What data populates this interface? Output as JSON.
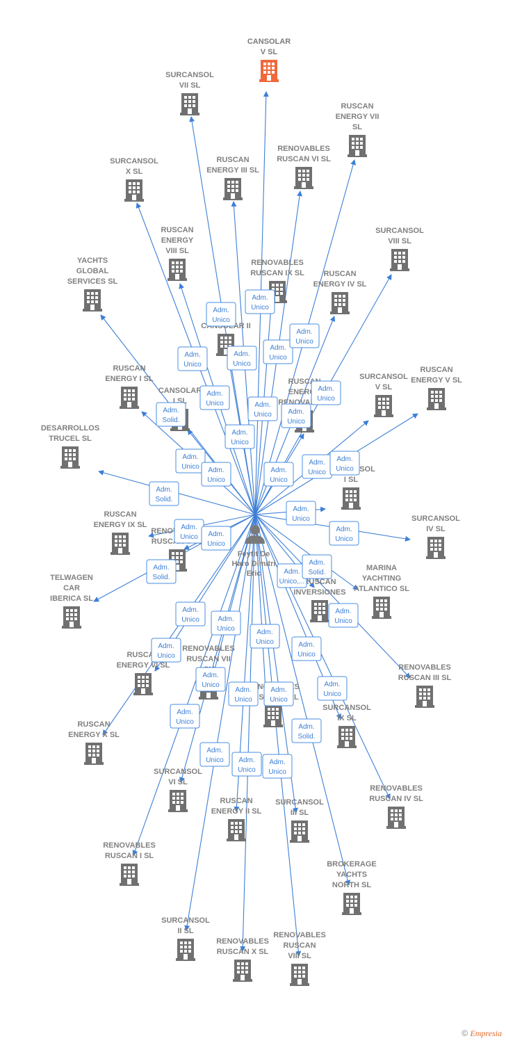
{
  "center": {
    "label_lines": [
      "Feytit De",
      "Haro Dimitri",
      "Eric"
    ]
  },
  "footer": {
    "copyright": "©",
    "brand": "Empresia"
  },
  "colors": {
    "edge": "#3d7fd6",
    "company": "#707070",
    "highlight": "#f0683a"
  },
  "companies": [
    {
      "id": "cansolar-v",
      "lines": [
        "CANSOLAR",
        "V  SL"
      ],
      "highlight": true
    },
    {
      "id": "surcansol-vii",
      "lines": [
        "SURCANSOL",
        "VII  SL"
      ]
    },
    {
      "id": "ruscan-energy-vii",
      "lines": [
        "RUSCAN",
        "ENERGY VII",
        "SL"
      ]
    },
    {
      "id": "renovables-ruscan-vi",
      "lines": [
        "RENOVABLES",
        "RUSCAN VI  SL"
      ]
    },
    {
      "id": "ruscan-energy-iii",
      "lines": [
        "RUSCAN",
        "ENERGY III  SL"
      ]
    },
    {
      "id": "surcansol-x",
      "lines": [
        "SURCANSOL",
        "X  SL"
      ]
    },
    {
      "id": "surcansol-viii",
      "lines": [
        "SURCANSOL",
        "VIII  SL"
      ]
    },
    {
      "id": "ruscan-energy-viii",
      "lines": [
        "RUSCAN",
        "ENERGY",
        "VIII  SL"
      ]
    },
    {
      "id": "yachts-global",
      "lines": [
        "YACHTS",
        "GLOBAL",
        "SERVICES  SL"
      ]
    },
    {
      "id": "renovables-ruscan-ix",
      "lines": [
        "RENOVABLES",
        "RUSCAN IX  SL"
      ]
    },
    {
      "id": "ruscan-energy-iv",
      "lines": [
        "RUSCAN",
        "ENERGY IV  SL"
      ]
    },
    {
      "id": "cansolar-ii",
      "lines": [
        "CANSOLAR II"
      ]
    },
    {
      "id": "ruscan-energy-i",
      "lines": [
        "RUSCAN",
        "ENERGY I  SL"
      ]
    },
    {
      "id": "cansolar-i",
      "lines": [
        "CANSOLAR",
        "I  SL"
      ]
    },
    {
      "id": "renovables-ruscan-mid",
      "lines": [
        "RUSCAN",
        "ENERGY",
        "RENOVABLES"
      ]
    },
    {
      "id": "surcansol-v",
      "lines": [
        "SURCANSOL",
        "V  SL"
      ]
    },
    {
      "id": "ruscan-energy-v",
      "lines": [
        "RUSCAN",
        "ENERGY V  SL"
      ]
    },
    {
      "id": "desarrollos-trucel",
      "lines": [
        "DESARROLLOS",
        "TRUCEL  SL"
      ]
    },
    {
      "id": "surcansol-i",
      "lines": [
        "SURCANSOL",
        "I  SL"
      ]
    },
    {
      "id": "ruscan-energy-ix",
      "lines": [
        "RUSCAN",
        "ENERGY IX  SL"
      ]
    },
    {
      "id": "surcansol-iv",
      "lines": [
        "SURCANSOL",
        "IV  SL"
      ]
    },
    {
      "id": "renovables-ruscan-v",
      "lines": [
        "RENOVABLES",
        "RUSCAN V  SL"
      ]
    },
    {
      "id": "telwagen",
      "lines": [
        "TELWAGEN",
        "CAR",
        "IBERICA  SL"
      ]
    },
    {
      "id": "ruscan-inversiones",
      "lines": [
        "RUSCAN",
        "INVERSIONES"
      ]
    },
    {
      "id": "marina-yachting",
      "lines": [
        "MARINA",
        "YACHTING",
        "ATLANTICO  SL"
      ]
    },
    {
      "id": "ruscan-energy-vi",
      "lines": [
        "RUSCAN",
        "ENERGY VI  SL"
      ]
    },
    {
      "id": "renovables-ruscan-vii",
      "lines": [
        "RENOVABLES",
        "RUSCAN VII",
        "SL"
      ]
    },
    {
      "id": "renovables-ruscan-ii",
      "lines": [
        "RENOVABLES",
        "RUSCAN II  SL"
      ]
    },
    {
      "id": "renovables-ruscan-iii",
      "lines": [
        "RENOVABLES",
        "RUSCAN III  SL"
      ]
    },
    {
      "id": "ruscan-energy-x",
      "lines": [
        "RUSCAN",
        "ENERGY X  SL"
      ]
    },
    {
      "id": "surcansol-ix",
      "lines": [
        "SURCANSOL",
        "IX  SL"
      ]
    },
    {
      "id": "surcansol-vi",
      "lines": [
        "SURCANSOL",
        "VI  SL"
      ]
    },
    {
      "id": "ruscan-energy-ii",
      "lines": [
        "RUSCAN",
        "ENERGY II  SL"
      ]
    },
    {
      "id": "surcansol-iii",
      "lines": [
        "SURCANSOL",
        "III  SL"
      ]
    },
    {
      "id": "renovables-ruscan-iv",
      "lines": [
        "RENOVABLES",
        "RUSCAN IV  SL"
      ]
    },
    {
      "id": "renovables-ruscan-i",
      "lines": [
        "RENOVABLES",
        "RUSCAN I  SL"
      ]
    },
    {
      "id": "brokerage-yachts",
      "lines": [
        "BROKERAGE",
        "YACHTS",
        "NORTH  SL"
      ]
    },
    {
      "id": "surcansol-ii",
      "lines": [
        "SURCANSOL",
        "II  SL"
      ]
    },
    {
      "id": "renovables-ruscan-x",
      "lines": [
        "RENOVABLES",
        "RUSCAN X  SL"
      ]
    },
    {
      "id": "renovables-ruscan-viii",
      "lines": [
        "RENOVABLES",
        "RUSCAN",
        "VIII  SL"
      ]
    }
  ],
  "edges": [
    {
      "to": "cansolar-v",
      "label": [
        "Adm.",
        "Unico"
      ]
    },
    {
      "to": "surcansol-vii",
      "label": [
        "Adm.",
        "Unico"
      ]
    },
    {
      "to": "ruscan-energy-vii",
      "label": [
        "Adm.",
        "Unico"
      ]
    },
    {
      "to": "renovables-ruscan-vi",
      "label": [
        "Adm.",
        "Unico"
      ]
    },
    {
      "to": "ruscan-energy-iii",
      "label": [
        "Adm.",
        "Unico"
      ]
    },
    {
      "to": "surcansol-x",
      "label": [
        "Adm.",
        "Unico"
      ]
    },
    {
      "to": "surcansol-viii",
      "label": [
        "Adm.",
        "Unico"
      ]
    },
    {
      "to": "ruscan-energy-viii",
      "label": [
        "Adm.",
        "Unico"
      ]
    },
    {
      "to": "yachts-global",
      "label": [
        "Adm.",
        "Solid."
      ]
    },
    {
      "to": "renovables-ruscan-ix",
      "label": [
        "Adm.",
        "Unico"
      ]
    },
    {
      "to": "ruscan-energy-iv",
      "label": [
        "Adm.",
        "Unico"
      ]
    },
    {
      "to": "cansolar-ii",
      "label": [
        "Adm.",
        "Unico"
      ]
    },
    {
      "to": "ruscan-energy-i",
      "label": [
        "Adm.",
        "Unico"
      ]
    },
    {
      "to": "cansolar-i",
      "label": [
        "Adm.",
        "Unico"
      ]
    },
    {
      "to": "renovables-ruscan-mid",
      "label": [
        "Adm.",
        "Unico"
      ]
    },
    {
      "to": "surcansol-v",
      "label": [
        "Adm.",
        "Unico"
      ]
    },
    {
      "to": "ruscan-energy-v",
      "label": [
        "Adm.",
        "Unico"
      ]
    },
    {
      "to": "desarrollos-trucel",
      "label": [
        "Adm.",
        "Solid."
      ]
    },
    {
      "to": "surcansol-i",
      "label": [
        "Adm.",
        "Unico"
      ]
    },
    {
      "to": "ruscan-energy-ix",
      "label": [
        "Adm.",
        "Unico"
      ]
    },
    {
      "to": "surcansol-iv",
      "label": [
        "Adm.",
        "Unico"
      ]
    },
    {
      "to": "renovables-ruscan-v",
      "label": [
        "Adm.",
        "Unico"
      ]
    },
    {
      "to": "telwagen",
      "label": [
        "Adm.",
        "Solid."
      ]
    },
    {
      "to": "ruscan-inversiones",
      "label": [
        "Adm.",
        "Unico,..."
      ]
    },
    {
      "to": "marina-yachting",
      "label": [
        "Adm.",
        "Solid."
      ]
    },
    {
      "to": "ruscan-energy-vi",
      "label": [
        "Adm.",
        "Unico"
      ]
    },
    {
      "to": "renovables-ruscan-vii",
      "label": [
        "Adm.",
        "Unico"
      ]
    },
    {
      "to": "renovables-ruscan-ii",
      "label": [
        "Adm.",
        "Unico"
      ]
    },
    {
      "to": "renovables-ruscan-iii",
      "label": [
        "Adm.",
        "Unico"
      ]
    },
    {
      "to": "ruscan-energy-x",
      "label": [
        "Adm.",
        "Unico"
      ]
    },
    {
      "to": "surcansol-ix",
      "label": [
        "Adm.",
        "Unico"
      ]
    },
    {
      "to": "surcansol-vi",
      "label": [
        "Adm.",
        "Unico"
      ]
    },
    {
      "to": "ruscan-energy-ii",
      "label": [
        "Adm.",
        "Unico"
      ]
    },
    {
      "to": "surcansol-iii",
      "label": [
        "Adm.",
        "Unico"
      ]
    },
    {
      "to": "renovables-ruscan-iv",
      "label": [
        "Adm.",
        "Unico"
      ]
    },
    {
      "to": "renovables-ruscan-i",
      "label": [
        "Adm.",
        "Unico"
      ]
    },
    {
      "to": "brokerage-yachts",
      "label": [
        "Adm.",
        "Solid."
      ]
    },
    {
      "to": "surcansol-ii",
      "label": [
        "Adm.",
        "Unico"
      ]
    },
    {
      "to": "renovables-ruscan-x",
      "label": [
        "Adm.",
        "Unico"
      ]
    },
    {
      "to": "renovables-ruscan-viii",
      "label": [
        "Adm.",
        "Unico"
      ]
    }
  ]
}
